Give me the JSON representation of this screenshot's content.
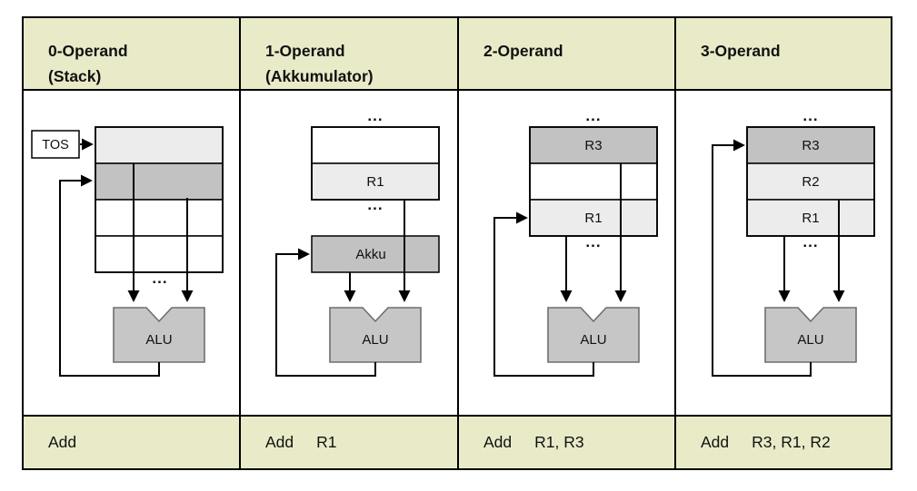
{
  "colors": {
    "header_bg": "#e9ebc8",
    "row_light": "#ececec",
    "row_dark": "#c2c2c2",
    "row_white": "#ffffff",
    "alu_fill": "#c6c6c6",
    "alu_stroke": "#6e6e6e",
    "line": "#000000",
    "table_border": "#000000",
    "page_bg": "#ffffff"
  },
  "dots": "...",
  "columns": [
    {
      "header_line1": "0-Operand",
      "header_line2": "(Stack)",
      "instruction": {
        "op": "Add",
        "args": ""
      },
      "diagram": {
        "tos_label": "TOS",
        "alu_label": "ALU",
        "cells": [
          "",
          "",
          "",
          ""
        ]
      }
    },
    {
      "header_line1": "1-Operand",
      "header_line2": "(Akkumulator)",
      "instruction": {
        "op": "Add",
        "args": "R1"
      },
      "diagram": {
        "akku_label": "Akku",
        "alu_label": "ALU",
        "cells": [
          "",
          "R1"
        ]
      }
    },
    {
      "header_line1": "2-Operand",
      "header_line2": "",
      "instruction": {
        "op": "Add",
        "args": "R1, R3"
      },
      "diagram": {
        "alu_label": "ALU",
        "cells": [
          "R3",
          "",
          "R1"
        ]
      }
    },
    {
      "header_line1": "3-Operand",
      "header_line2": "",
      "instruction": {
        "op": "Add",
        "args": "R3, R1, R2"
      },
      "diagram": {
        "alu_label": "ALU",
        "cells": [
          "R3",
          "R2",
          "R1"
        ]
      }
    }
  ]
}
